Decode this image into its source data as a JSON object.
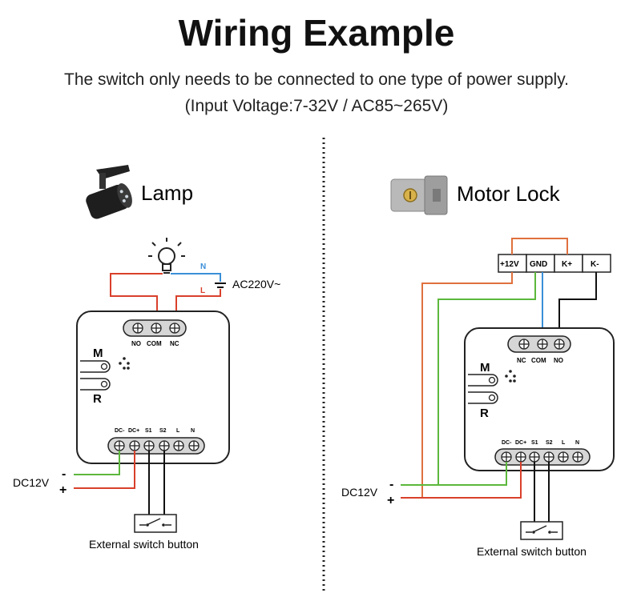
{
  "title": "Wiring Example",
  "subtitle_line1": "The switch only needs to be connected to one type of power supply.",
  "subtitle_line2": "(Input Voltage:7-32V / AC85~265V)",
  "colors": {
    "red": "#d9402b",
    "green": "#5cb83c",
    "blue": "#3a8fd8",
    "black": "#111111",
    "module_border": "#222222",
    "terminal_fill": "#cfcfcf",
    "divider": "#222222"
  },
  "lamp": {
    "label": "Lamp",
    "icon": "spotlight-lamp-icon",
    "bulb_icon": "light-bulb-icon",
    "neutral_label": "N",
    "live_label": "L",
    "supply_label": "AC220V~",
    "top_terminals": [
      "NO",
      "COM",
      "NC"
    ],
    "button_m": "M",
    "button_r": "R",
    "bottom_terminals": [
      "DC-",
      "DC+",
      "S1",
      "S2",
      "L",
      "N"
    ],
    "dc_label": "DC12V",
    "minus": "-",
    "plus": "+",
    "switch_label": "External switch button"
  },
  "lock": {
    "label": "Motor Lock",
    "icon": "motor-lock-icon",
    "lock_terminals": [
      "+12V",
      "GND",
      "K+",
      "K-"
    ],
    "top_terminals": [
      "NC",
      "COM",
      "NO"
    ],
    "button_m": "M",
    "button_r": "R",
    "bottom_terminals": [
      "DC-",
      "DC+",
      "S1",
      "S2",
      "L",
      "N"
    ],
    "dc_label": "DC12V",
    "minus": "-",
    "plus": "+",
    "switch_label": "External switch button"
  }
}
